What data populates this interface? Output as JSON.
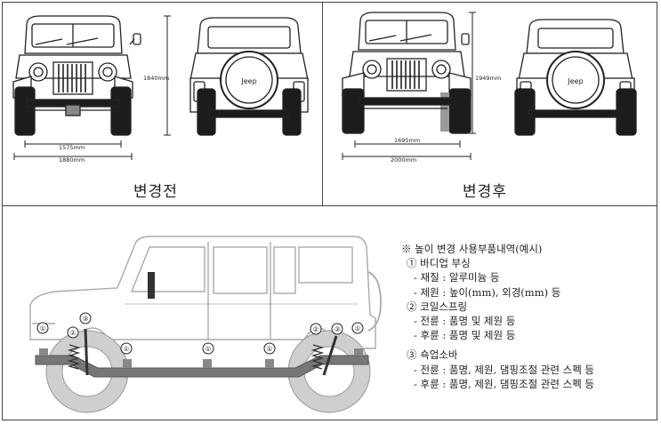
{
  "before": {
    "caption": "변경전",
    "dims": {
      "height": "1840mm",
      "track": "1575mm",
      "width": "1880mm"
    }
  },
  "after": {
    "caption": "변경후",
    "dims": {
      "height": "1949mm",
      "track": "1695mm",
      "width": "2000mm"
    }
  },
  "tire_cover_text": "Jeep",
  "markers": [
    "①",
    "②",
    "③"
  ],
  "notes": {
    "title": "※ 높이 변경 사용부품내역(예시)",
    "sections": [
      {
        "heading": "① 바디업 부싱",
        "items": [
          "- 재질 : 알루미늄 등",
          "- 제원 : 높이(mm), 외경(mm) 등"
        ]
      },
      {
        "heading": "② 코일스프링",
        "items": [
          "- 전륜 : 품명 및 제원 등",
          "- 후륜 : 품명 및 제원 등"
        ]
      },
      {
        "heading": "③ 쇽업소바",
        "items": [
          "- 전륜 : 품명, 제원, 댐핑조절 관련 스펙 등",
          "- 후륜 : 품명, 제원, 댐핑조절 관련 스펙 등"
        ]
      }
    ]
  }
}
